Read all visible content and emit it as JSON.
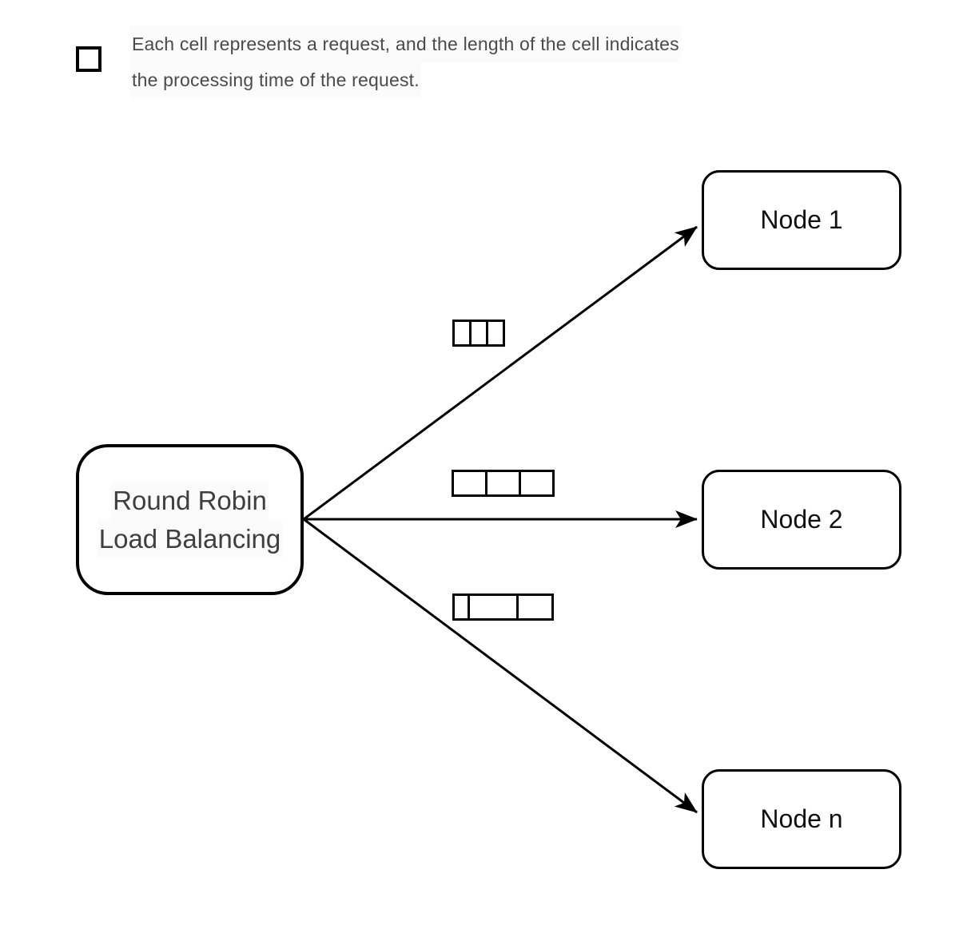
{
  "diagram": {
    "title": "Round Robin Load Balancing diagram",
    "legend": {
      "symbol": "request-cell-square",
      "lines": [
        "Each cell represents a request, and the length of the cell indicates",
        "the processing time of the request."
      ]
    },
    "balancer": {
      "label": "Round Robin Load Balancing",
      "label_lines": [
        "Round Robin",
        "Load Balancing"
      ]
    },
    "nodes": [
      {
        "label": "Node 1"
      },
      {
        "label": "Node 2"
      },
      {
        "label": "Node n"
      }
    ],
    "requests": {
      "groups": [
        {
          "target": "Node 1",
          "cells": [
            18,
            18,
            18
          ]
        },
        {
          "target": "Node 2",
          "cells": [
            39,
            39,
            39
          ]
        },
        {
          "target": "Node n",
          "cells": [
            16,
            58,
            41
          ]
        }
      ]
    },
    "colors": {
      "stroke": "#000000",
      "node_text": "#111111",
      "balancer_text": "#3f3f3f",
      "legend_text": "#4a4a4a",
      "background": "#ffffff"
    }
  }
}
